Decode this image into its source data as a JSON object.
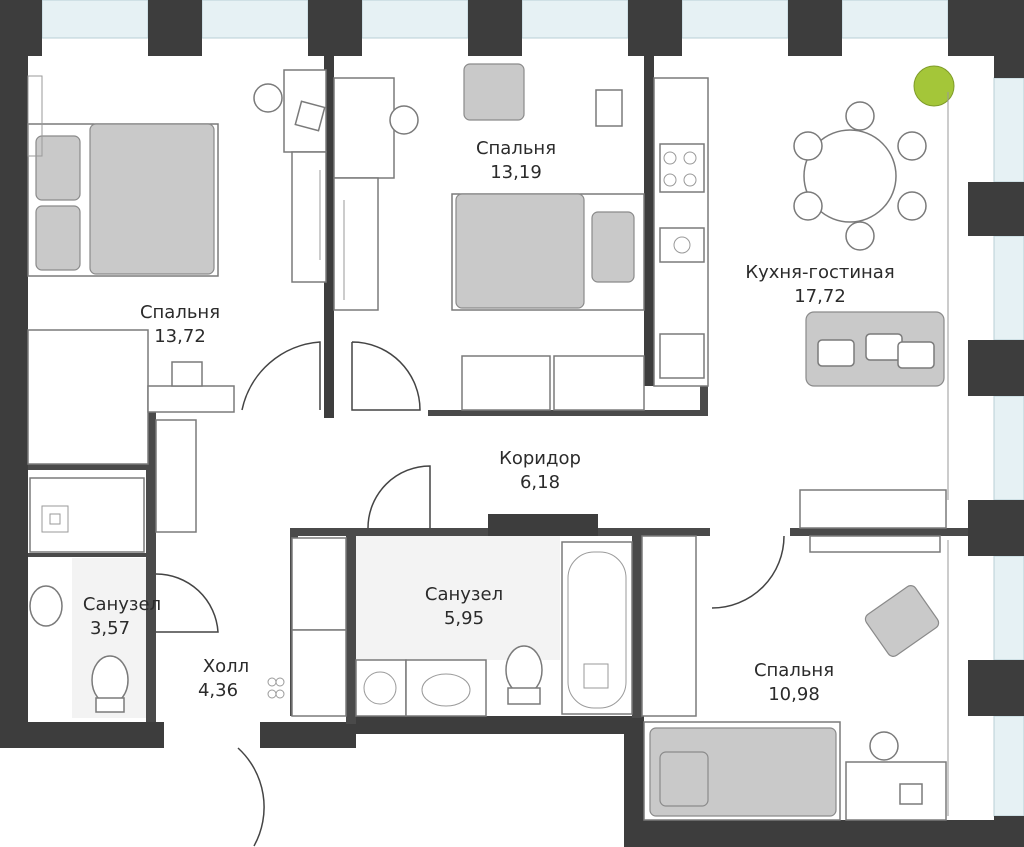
{
  "plan": {
    "rooms": [
      {
        "id": "bedroom-1",
        "name": "Спальня",
        "area": "13,72"
      },
      {
        "id": "bedroom-2",
        "name": "Спальня",
        "area": "13,19"
      },
      {
        "id": "kitchen-living",
        "name": "Кухня-гостиная",
        "area": "17,72"
      },
      {
        "id": "corridor",
        "name": "Коридор",
        "area": "6,18"
      },
      {
        "id": "bathroom-1",
        "name": "Санузел",
        "area": "3,57"
      },
      {
        "id": "bathroom-2",
        "name": "Санузел",
        "area": "5,95"
      },
      {
        "id": "hall",
        "name": "Холл",
        "area": "4,36"
      },
      {
        "id": "bedroom-3",
        "name": "Спальня",
        "area": "10,98"
      }
    ],
    "colors": {
      "wall": "#3d3d3d",
      "furniture_fill": "#c9c9c9",
      "window_glass": "#e6f1f4",
      "plant": "#a4c639"
    }
  }
}
